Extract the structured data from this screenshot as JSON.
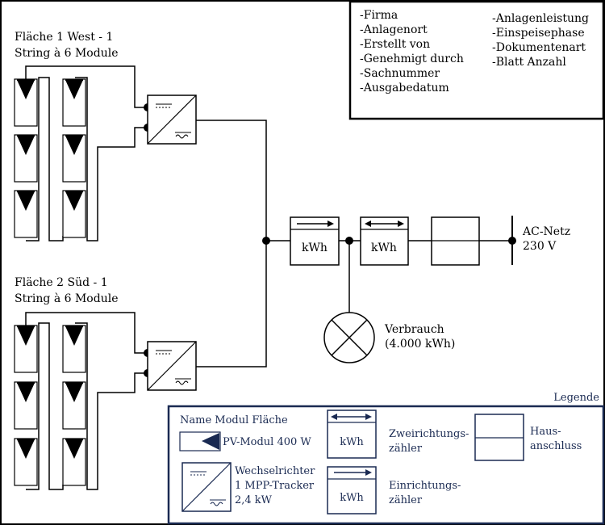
{
  "title_block": {
    "left_fields": [
      "-Firma",
      "-Anlagenort",
      "-Erstellt von",
      "-Genehmigt durch",
      "-Sachnummer",
      "-Ausgabedatum"
    ],
    "right_fields": [
      "-Anlagenleistung",
      "-Einspeisephase",
      "-Dokumentenart",
      "-Blatt Anzahl"
    ]
  },
  "areas": [
    {
      "label_line1": "Fläche 1 West -  1",
      "label_line2": "String à 6 Module"
    },
    {
      "label_line1": "Fläche 2 Süd -  1",
      "label_line2": "String à 6 Module"
    }
  ],
  "meters": {
    "bidirectional_unit": "kWh",
    "unidirectional_unit": "kWh"
  },
  "grid": {
    "line1": "AC-Netz",
    "line2": "230 V"
  },
  "consumption": {
    "line1": "Verbrauch",
    "line2": "(4.000 kWh)"
  },
  "legend": {
    "title": "Legende",
    "module_area_name": "Name Modul Fläche",
    "pv_module": "PV-Modul 400 W",
    "bidirectional_meter_unit": "kWh",
    "bidirectional_line1": "Zweirichtungs-",
    "bidirectional_line2": "zähler",
    "house_line1": "Haus-",
    "house_line2": "anschluss",
    "inverter_line1": "Wechselrichter",
    "inverter_line2": "1 MPP-Tracker",
    "inverter_line3": "2,4 kW",
    "unidirectional_meter_unit": "kWh",
    "unidirectional_line1": "Einrichtungs-",
    "unidirectional_line2": "zähler"
  },
  "colors": {
    "line": "#000000",
    "legend_frame": "#1a2a52",
    "background": "#ffffff"
  }
}
